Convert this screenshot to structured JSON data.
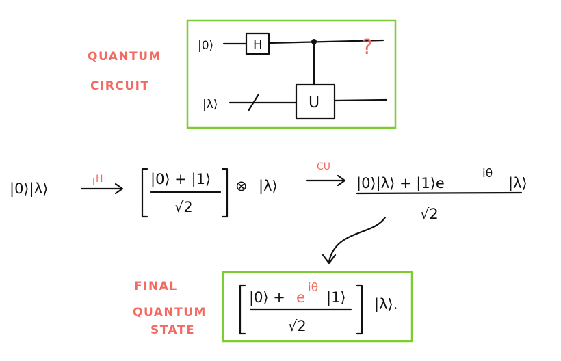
{
  "labels": {
    "quantum_circuit": [
      "QUANTUM",
      "CIRCUIT"
    ],
    "final_state": [
      "FINAL",
      "QUANTUM",
      "STATE"
    ]
  },
  "circuit": {
    "wire1_input": "|0⟩",
    "wire2_input": "|λ⟩",
    "h_gate": "H",
    "u_gate": "U",
    "measurement_mark": "?"
  },
  "equation": {
    "start_state": "|0⟩|λ⟩",
    "h_arrow_label": "H",
    "bracket_numerator": "|0⟩ + |1⟩",
    "bracket_denominator": "√2",
    "tensor": "⊗",
    "after_tensor": "|λ⟩",
    "cu_arrow_label": "CU",
    "result_numerator_left": "|0⟩|λ⟩ +  |1⟩e",
    "result_exponent": "iθ",
    "result_numerator_right": "|λ⟩",
    "result_denominator": "√2"
  },
  "final": {
    "numerator_left": "|0⟩ + ",
    "numerator_e": "e",
    "numerator_exponent": "iθ",
    "numerator_right": "|1⟩",
    "denominator": "√2",
    "after_bracket": "|λ⟩."
  },
  "colors": {
    "accent_red": "#f26b63",
    "box_green": "#7ccd2f",
    "ink": "#111111"
  }
}
